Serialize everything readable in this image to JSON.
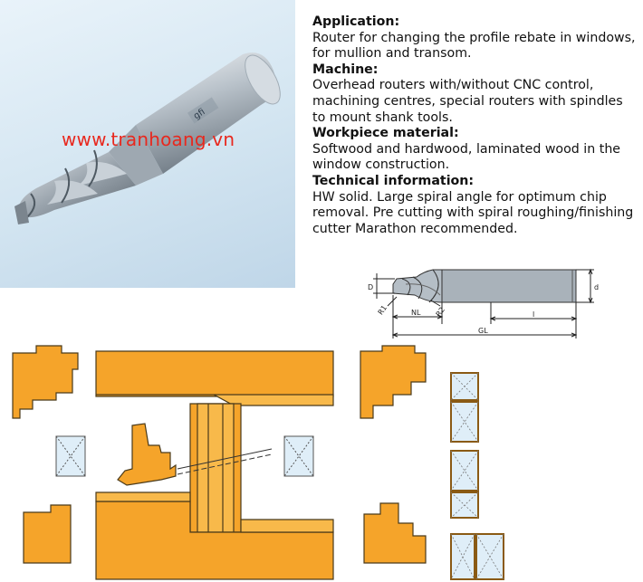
{
  "watermark": "www.tranhoang.vn",
  "photo_logo": "gfi",
  "sections": [
    {
      "heading": "Application:",
      "body": "Router for changing the profile rebate in windows, for mullion and transom."
    },
    {
      "heading": "Machine:",
      "body": "Overhead routers with/without CNC control, machining centres, special routers with spindles to mount shank tools."
    },
    {
      "heading": "Workpiece material:",
      "body": "Softwood and hardwood, laminated wood in the window construction."
    },
    {
      "heading": "Technical information:",
      "body": "HW solid. Large spiral angle for optimum chip removal. Pre cutting with spiral roughing/finishing cutter Marathon recommended."
    }
  ],
  "dimensions": {
    "d_small": "D",
    "d_large": "d",
    "r1": "R1",
    "r2": "R2",
    "nl": "NL",
    "l": "l",
    "gl": "GL"
  },
  "colors": {
    "profile_orange": "#f5a42a",
    "outline": "#4a3a1a",
    "window_frame": "#f0a23a",
    "glass": "#dfeef8",
    "text": "#111111",
    "watermark": "#e8281e"
  }
}
